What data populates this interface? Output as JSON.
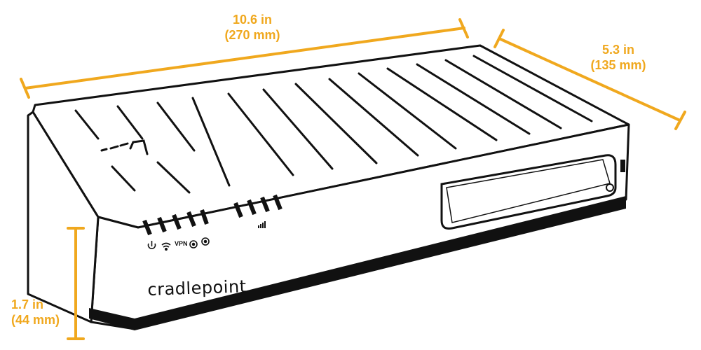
{
  "dimensions": {
    "length": {
      "imperial": "10.6 in",
      "metric": "(270 mm)"
    },
    "depth": {
      "imperial": "5.3 in",
      "metric": "(135 mm)"
    },
    "height": {
      "imperial": "1.7 in",
      "metric": "(44 mm)"
    }
  },
  "brand": {
    "name": "cradlepoint"
  },
  "indicators": {
    "vpn_label": "VPN"
  },
  "colors": {
    "dimension": "#F0A81E",
    "outline": "#111111",
    "body": "#ffffff"
  },
  "icons": [
    "power-icon",
    "wifi-icon",
    "wan-signal-icon",
    "modem-signal-icon",
    "cellular-bars-icon",
    "logo-mark-icon"
  ]
}
